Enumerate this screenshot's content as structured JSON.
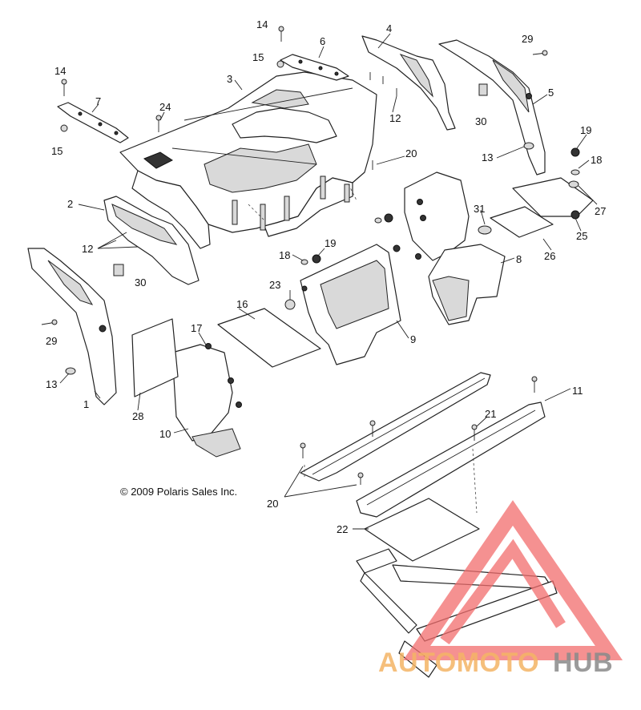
{
  "diagram": {
    "copyright": "© 2009 Polaris Sales Inc.",
    "callouts": {
      "c1": "1",
      "c2": "2",
      "c3": "3",
      "c4": "4",
      "c5": "5",
      "c6": "6",
      "c7": "7",
      "c8": "8",
      "c9": "9",
      "c10": "10",
      "c11": "11",
      "c12a": "12",
      "c12b": "12",
      "c13a": "13",
      "c13b": "13",
      "c14a": "14",
      "c14b": "14",
      "c15a": "15",
      "c15b": "15",
      "c16": "16",
      "c17": "17",
      "c18a": "18",
      "c18b": "18",
      "c19a": "19",
      "c19b": "19",
      "c20a": "20",
      "c20b": "20",
      "c21": "21",
      "c22": "22",
      "c23": "23",
      "c24": "24",
      "c25": "25",
      "c26": "26",
      "c27": "27",
      "c28": "28",
      "c29a": "29",
      "c29b": "29",
      "c30a": "30",
      "c30b": "30",
      "c31": "31"
    }
  },
  "watermark": {
    "text_part1": "AUTOMOTO",
    "text_part2": "HUB",
    "color_primary": "#f26d6d",
    "color_accent": "#f4b566",
    "color_dark": "#8a8a8a"
  }
}
